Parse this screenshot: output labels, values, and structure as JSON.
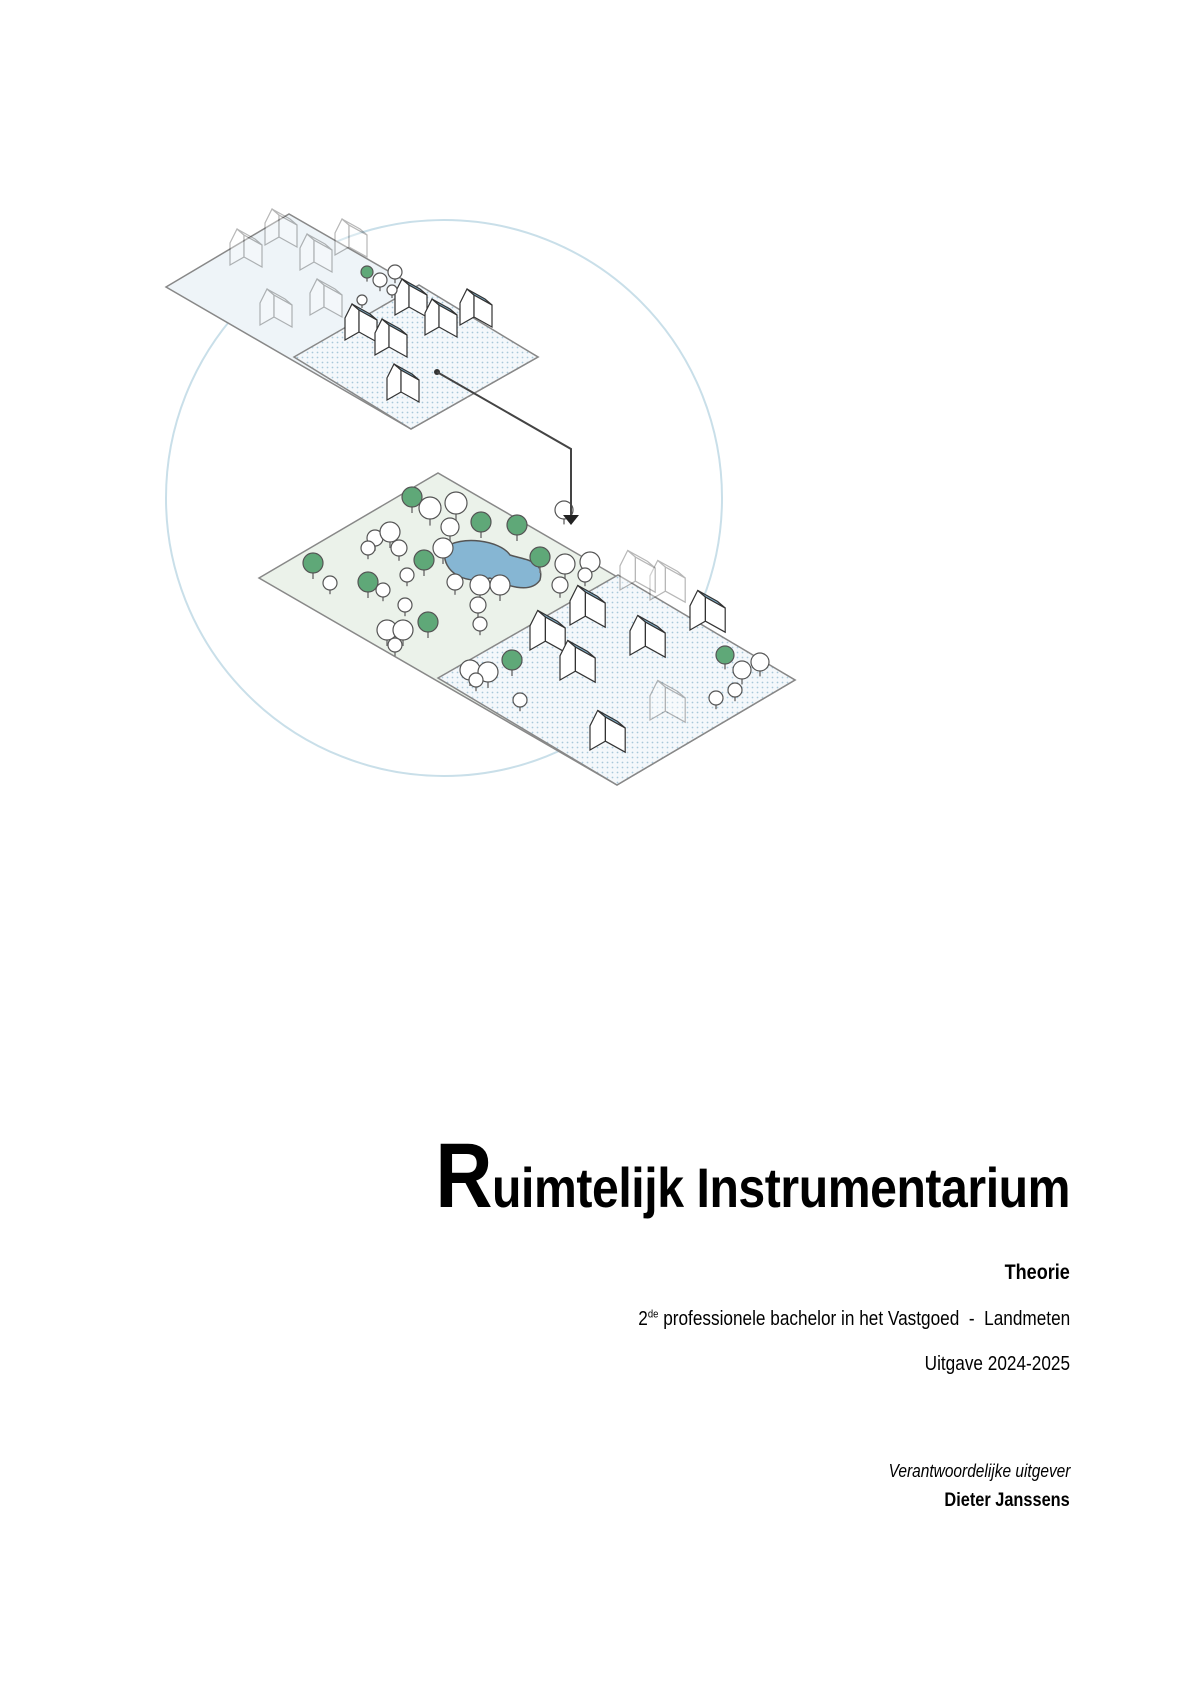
{
  "cover": {
    "title_initial": "R",
    "title_rest": "uimtelijk Instrumentarium",
    "subtitle": "Theorie",
    "program_number": "2",
    "program_ordinal": "de",
    "program_text": " professionele bachelor in het Vastgoed  -  Landmeten",
    "edition": "Uitgave 2024-2025",
    "publisher_label": "Verantwoordelijke uitgever",
    "publisher_name": "Dieter Janssens"
  },
  "colors": {
    "circle": "#c9dfe9",
    "plate_blue": "#eef4f8",
    "plate_green": "#ebf2ea",
    "tree_green": "#5fa878",
    "roof_blue": "#7fb0cc",
    "pond": "#86b6d3",
    "line": "#888888"
  }
}
